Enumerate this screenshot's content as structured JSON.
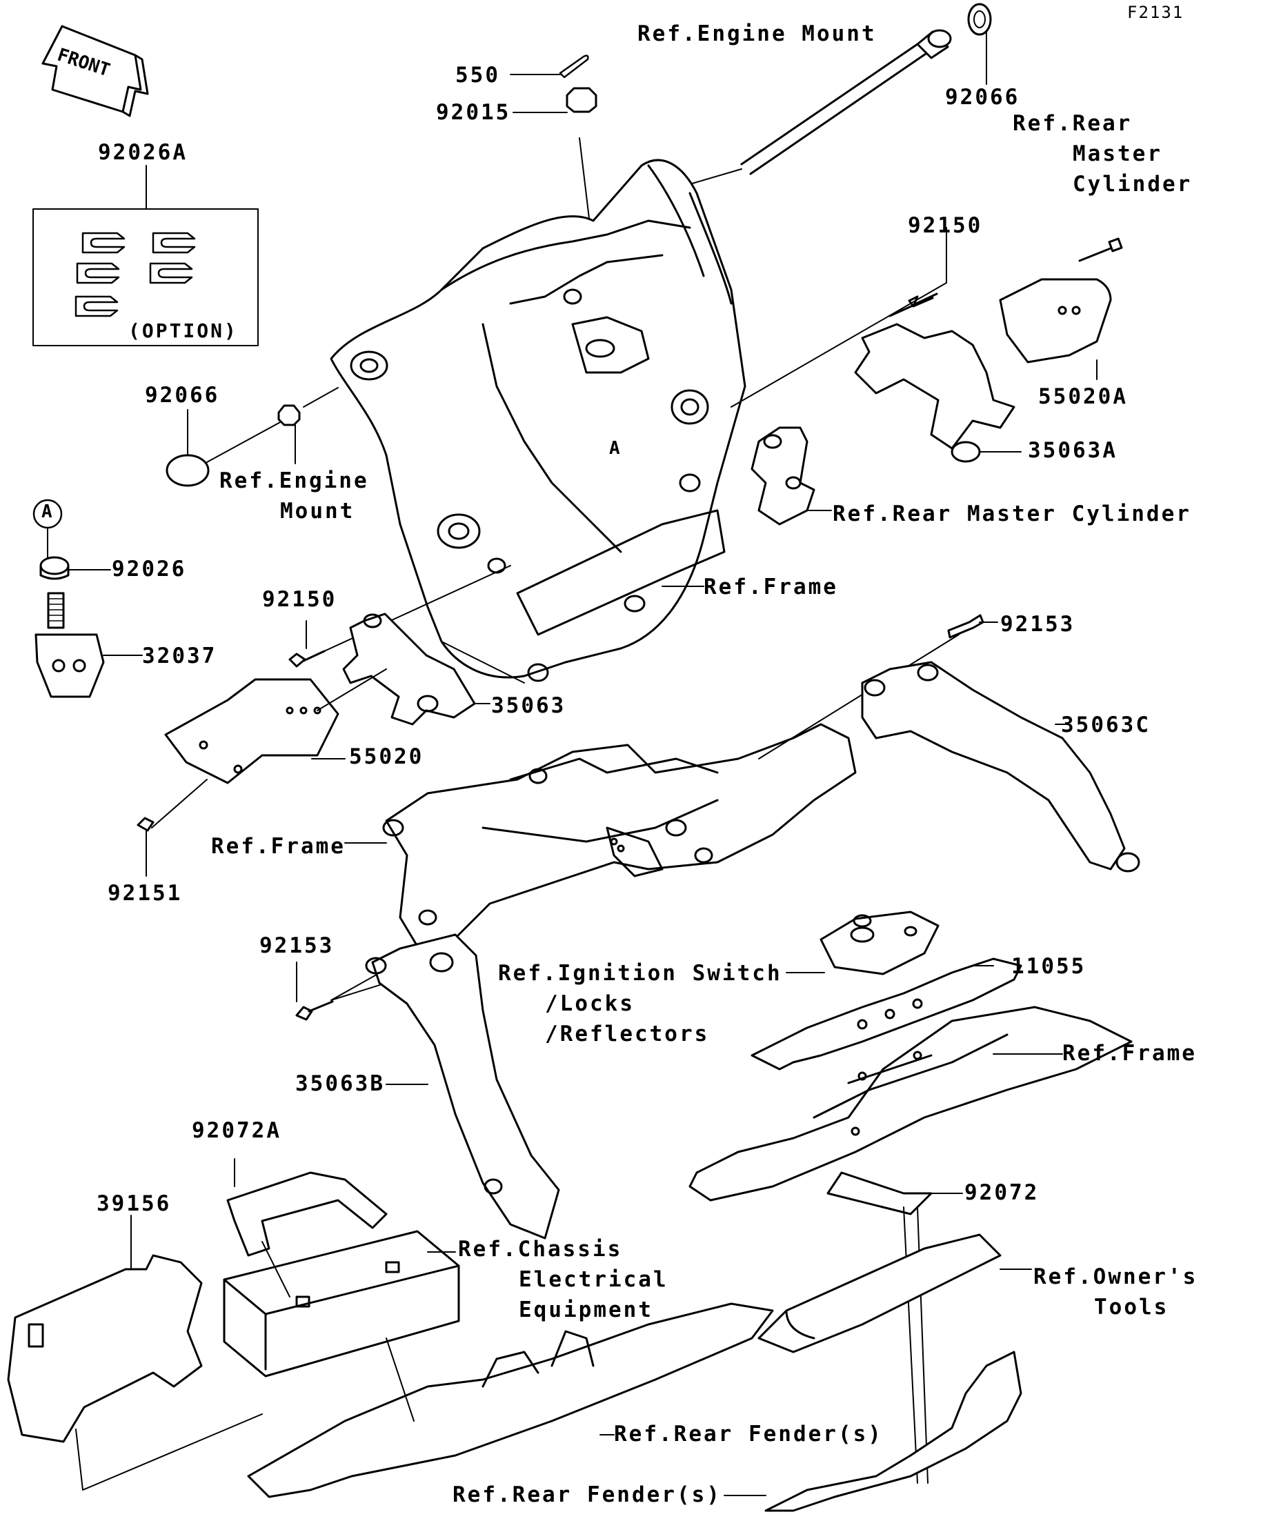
{
  "diagram_code": "F2131",
  "front_label": "FRONT",
  "option_box": {
    "part": "92026A",
    "note": "(OPTION)"
  },
  "circle_marker": "A",
  "labels": {
    "ref_engine_mount_top": "Ref.Engine Mount",
    "p550": "550",
    "p92015": "92015",
    "p92066_top": "92066",
    "ref_rear_master_cyl_top_1": "Ref.Rear",
    "ref_rear_master_cyl_top_2": "Master",
    "ref_rear_master_cyl_top_3": "Cylinder",
    "p92150_right": "92150",
    "p55020A": "55020A",
    "p35063A": "35063A",
    "ref_rear_master_cyl_mid": "Ref.Rear Master Cylinder",
    "p92066_left": "92066",
    "ref_engine_mount_left_1": "Ref.Engine",
    "ref_engine_mount_left_2": "Mount",
    "p92026": "92026",
    "p32037": "32037",
    "p92150_left": "92150",
    "ref_frame_1": "Ref.Frame",
    "p92153_right": "92153",
    "p35063": "35063",
    "p35063C": "35063C",
    "p55020": "55020",
    "ref_frame_2": "Ref.Frame",
    "p92151": "92151",
    "p92153_left": "92153",
    "ref_ignition_1": "Ref.Ignition Switch",
    "ref_ignition_2": "/Locks",
    "ref_ignition_3": "/Reflectors",
    "p11055": "11055",
    "ref_frame_3": "Ref.Frame",
    "p35063B": "35063B",
    "p92072A": "92072A",
    "p39156": "39156",
    "p92072": "92072",
    "ref_chassis_1": "Ref.Chassis",
    "ref_chassis_2": "Electrical",
    "ref_chassis_3": "Equipment",
    "ref_owners_tools_1": "Ref.Owner's",
    "ref_owners_tools_2": "Tools",
    "ref_rear_fender_1": "Ref.Rear Fender(s)",
    "ref_rear_fender_2": "Ref.Rear Fender(s)"
  }
}
